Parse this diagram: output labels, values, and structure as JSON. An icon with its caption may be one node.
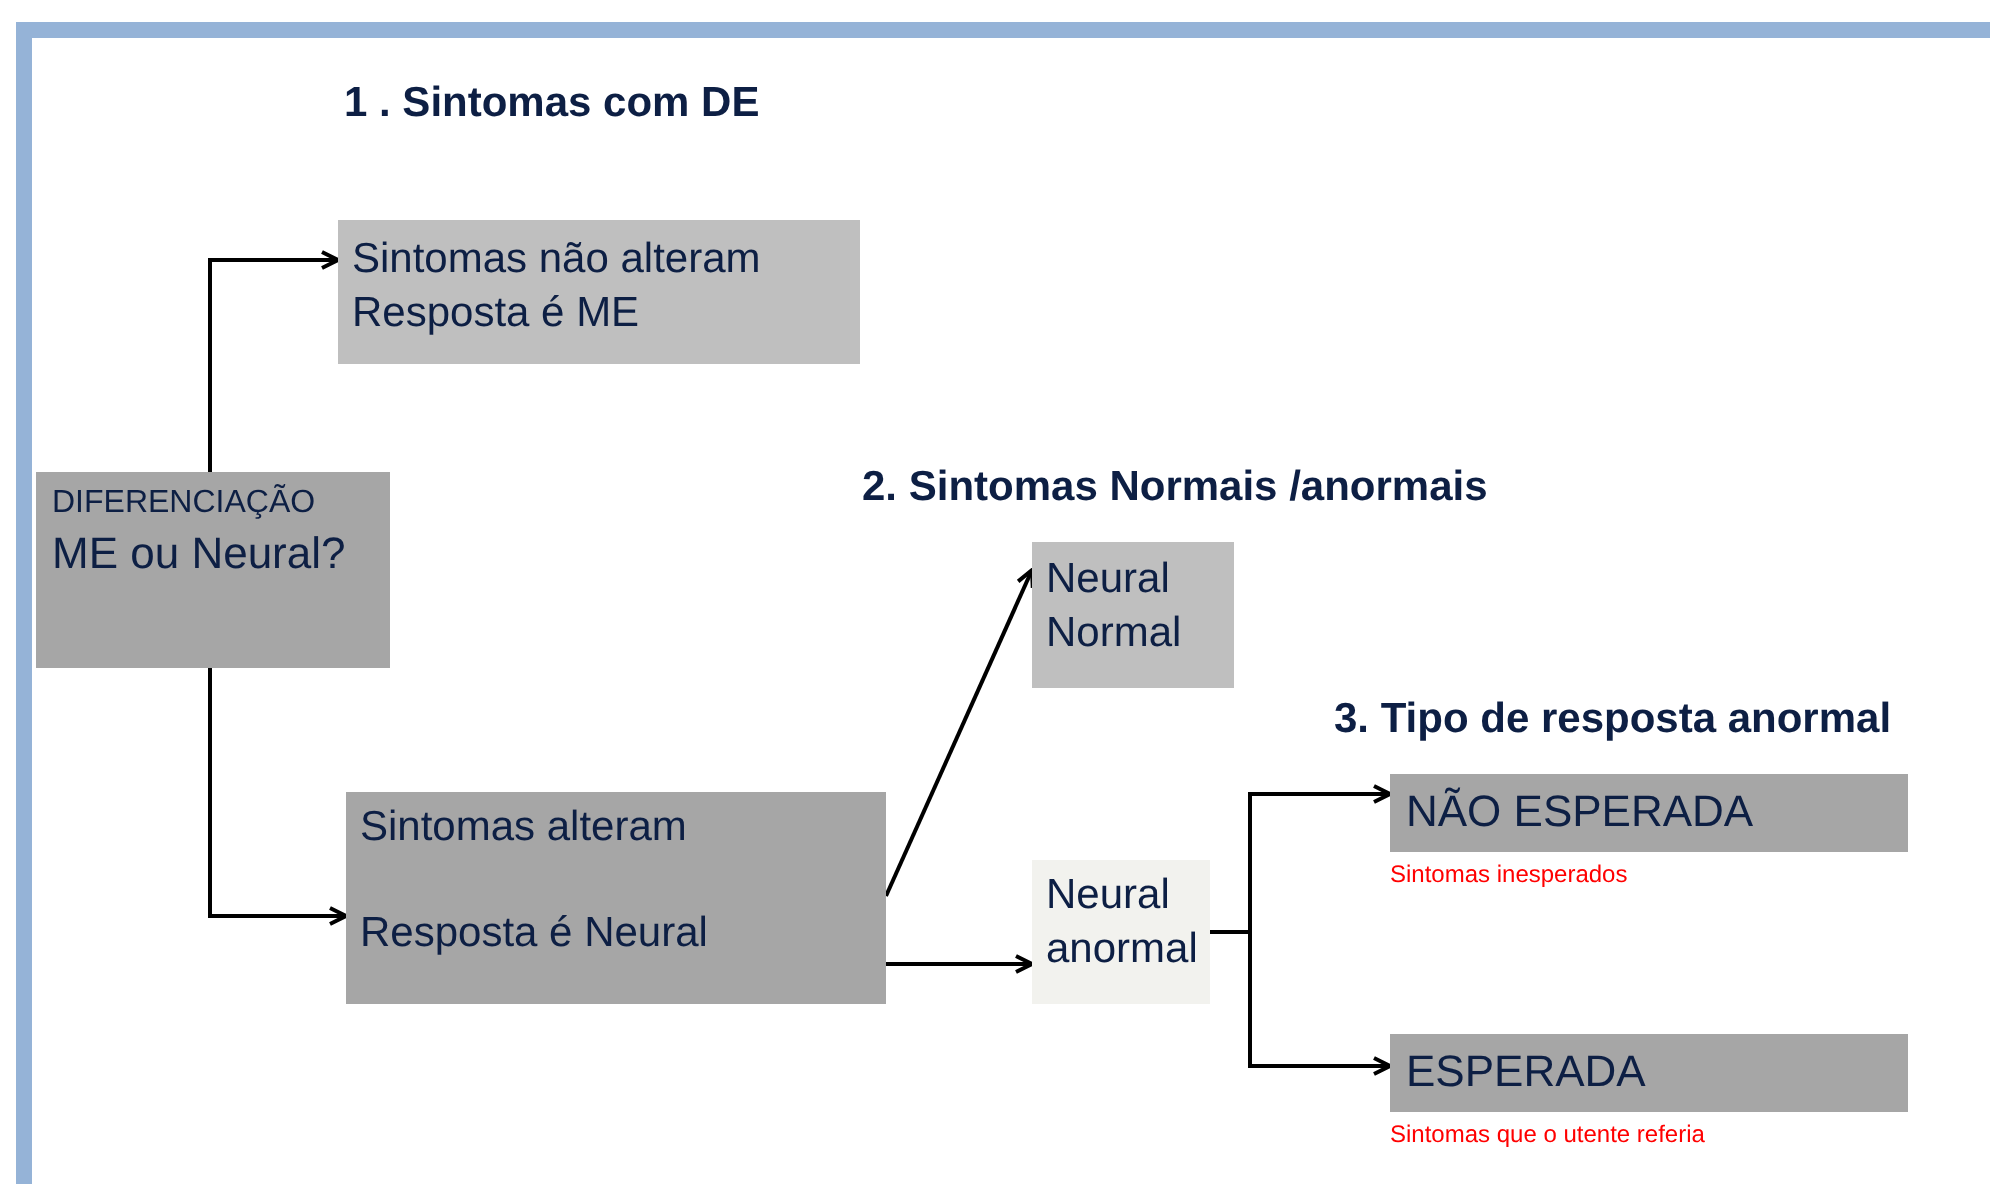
{
  "diagram": {
    "nodes": [
      {
        "text": [
          "DIFERENCIAÇÃO",
          "ME ou Neural?"
        ]
      },
      {
        "text": [
          "Sintomas não alteram",
          "Resposta é ME"
        ]
      },
      {
        "text": [
          "Sintomas alteram",
          "Resposta é Neural"
        ]
      },
      {
        "text": [
          "Neural Normal"
        ]
      },
      {
        "text": [
          "Neural anormal"
        ]
      },
      {
        "text": [
          "NÃO ESPERADA"
        ],
        "beside": [
          "Sintomas inesperados"
        ]
      },
      {
        "text": [
          "ESPERADA"
        ],
        "beside": [
          "Sintomas que o utente referia"
        ]
      }
    ],
    "edges": [
      {
        "from": 0,
        "to": 1,
        "arrow": "to"
      },
      {
        "from": 0,
        "to": 2,
        "arrow": "to"
      },
      {
        "from": 2,
        "to": 3,
        "arrow": "to"
      },
      {
        "from": 2,
        "to": 4,
        "arrow": "to"
      },
      {
        "from": 4,
        "to": 5,
        "arrow": "to"
      },
      {
        "from": 4,
        "to": 6,
        "arrow": "to"
      }
    ],
    "labels": [
      "1 . Sintomas com DE",
      "2. Sintomas Normais /anormais",
      "3. Tipo de resposta anormal"
    ]
  }
}
